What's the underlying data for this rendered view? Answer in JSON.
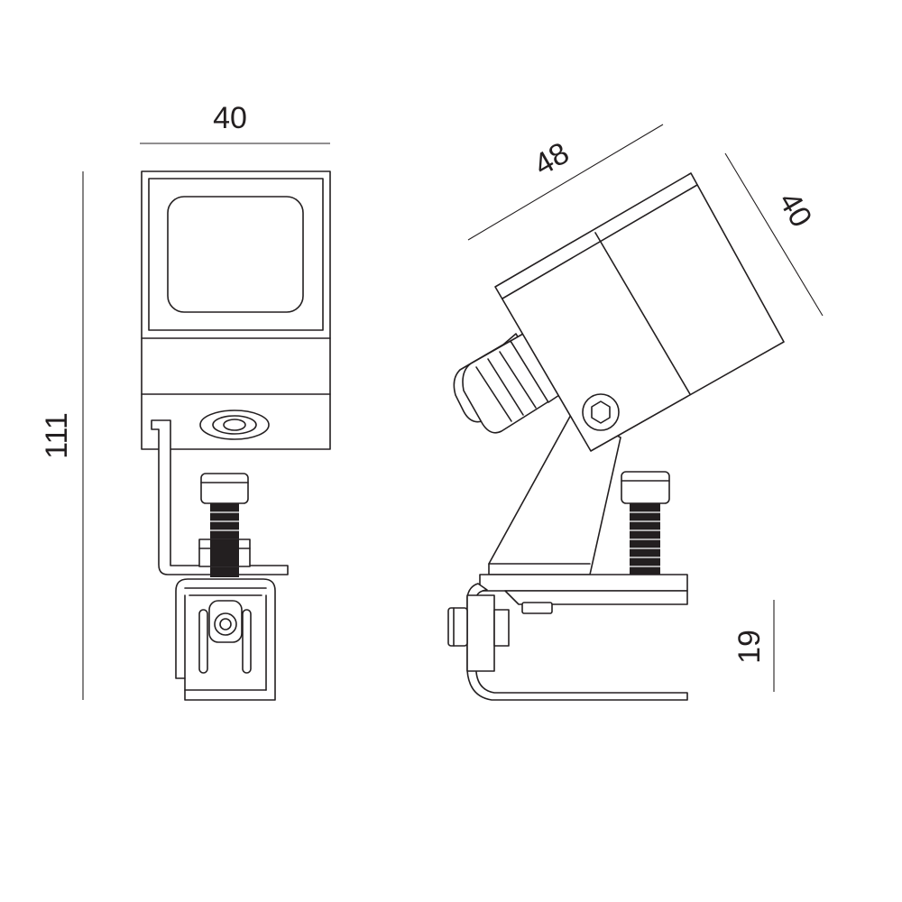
{
  "dimensions": {
    "front_width": "40",
    "front_height": "111",
    "side_length": "48",
    "side_width": "40",
    "clip_height": "19"
  },
  "colors": {
    "line": "#231f20",
    "background": "#ffffff"
  }
}
